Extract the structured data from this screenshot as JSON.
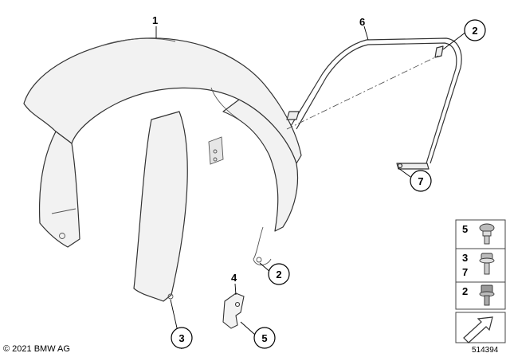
{
  "callouts": {
    "fender": "1",
    "bracket_left": "2",
    "bracket_right": "2",
    "screw_bottom_left": "3",
    "clip": "4",
    "clip_screw": "5",
    "support_bar": "6",
    "support_end": "7"
  },
  "legend": {
    "row1": "5",
    "row2a": "3",
    "row2b": "7",
    "row3": "2"
  },
  "footer": {
    "copyright": "© 2021 BMW AG",
    "diagram_number": "514394"
  }
}
